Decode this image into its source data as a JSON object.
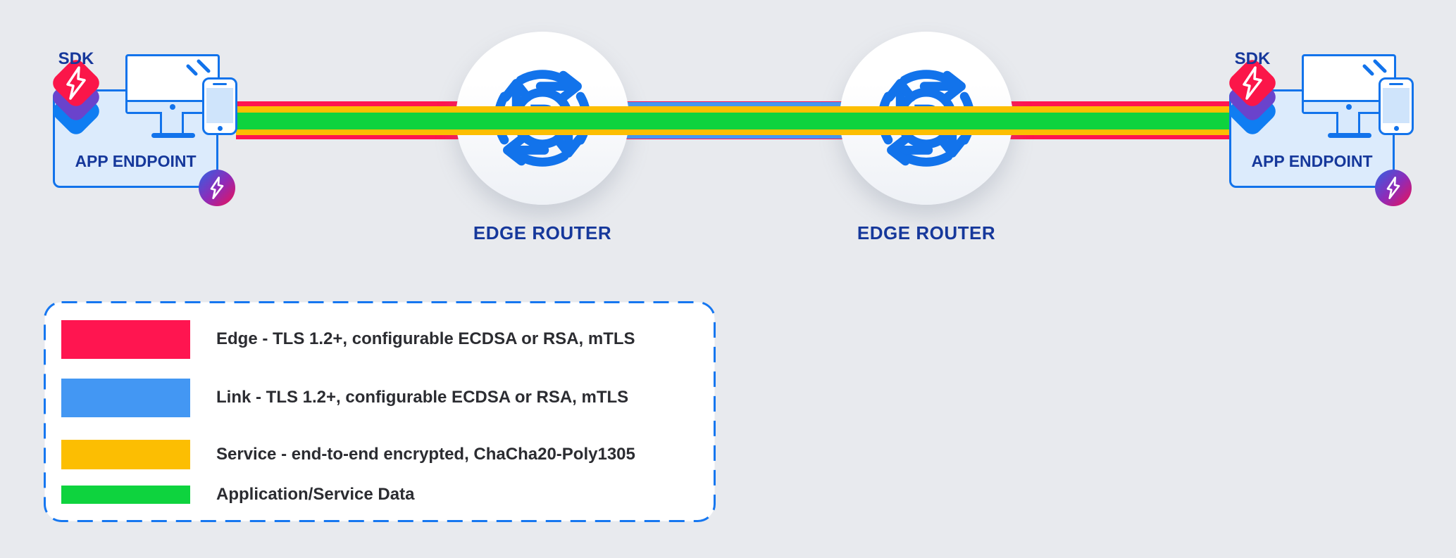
{
  "endpoints": {
    "left": {
      "sdk_label": "SDK",
      "label": "APP ENDPOINT"
    },
    "right": {
      "sdk_label": "SDK",
      "label": "APP ENDPOINT"
    }
  },
  "routers": {
    "left": {
      "label": "EDGE ROUTER"
    },
    "right": {
      "label": "EDGE ROUTER"
    },
    "icon_letter": "R"
  },
  "legend": {
    "items": [
      {
        "key": "edge",
        "color": "#FF1550",
        "label": "Edge - TLS 1.2+, configurable ECDSA or RSA, mTLS"
      },
      {
        "key": "link",
        "color": "#4397F3",
        "label": "Link - TLS 1.2+, configurable ECDSA or RSA, mTLS"
      },
      {
        "key": "service",
        "color": "#FCBE02",
        "label": "Service - end-to-end encrypted, ChaCha20-Poly1305"
      },
      {
        "key": "data",
        "color": "#0ED33E",
        "label": "Application/Service Data"
      }
    ]
  },
  "icons": {
    "sdk_stack": "layered-app-icon-stack",
    "sdk_bolt": "lightning-bolt",
    "monitor": "desktop-monitor",
    "phone": "smartphone",
    "ziti_badge": "gradient-circle-lightning-bolt",
    "router": "circular-arrows-with-R"
  },
  "colors": {
    "background": "#E8EAEE",
    "edge_red": "#FF1550",
    "link_blue": "#4397F3",
    "service_yellow": "#FCBE02",
    "data_green": "#0ED33E",
    "icon_blue": "#1273EB",
    "navy_text": "#16389B",
    "legend_border_blue": "#1677F0",
    "legend_text": "#2B2C31",
    "endpoint_box_fill": "#DCEBFC",
    "sdk_layer_red": "#FB1649",
    "sdk_layer_purple": "#6A43CC",
    "sdk_layer_blue": "#0F7DF2"
  }
}
